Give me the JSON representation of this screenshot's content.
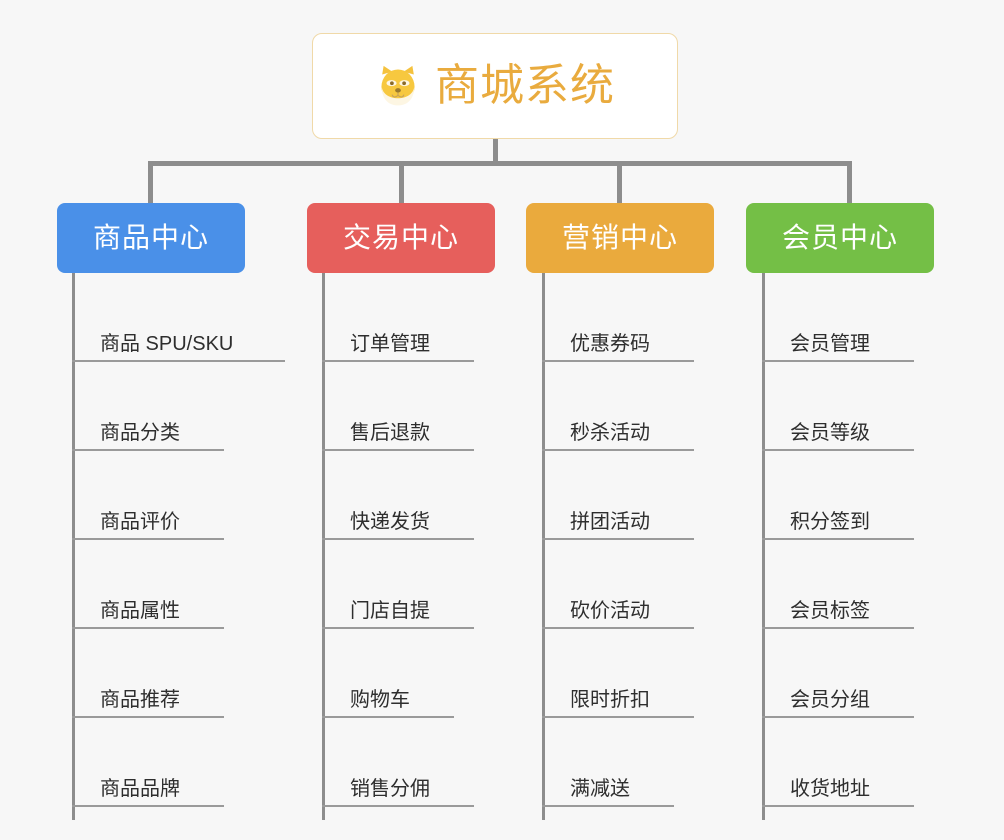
{
  "diagram": {
    "title": "商城系统",
    "root_icon": "dog-face-icon",
    "background_color": "#f7f7f7",
    "title_color": "#e9ab3e",
    "connector_color": "#8d8d8d",
    "branches": [
      {
        "label": "商品中心",
        "color": "#4a90e8",
        "items": [
          "商品 SPU/SKU",
          "商品分类",
          "商品评价",
          "商品属性",
          "商品推荐",
          "商品品牌"
        ]
      },
      {
        "label": "交易中心",
        "color": "#e65f5c",
        "items": [
          "订单管理",
          "售后退款",
          "快递发货",
          "门店自提",
          "购物车",
          "销售分佣"
        ]
      },
      {
        "label": "营销中心",
        "color": "#eaaa3d",
        "items": [
          "优惠券码",
          "秒杀活动",
          "拼团活动",
          "砍价活动",
          "限时折扣",
          "满减送"
        ]
      },
      {
        "label": "会员中心",
        "color": "#74bf46",
        "items": [
          "会员管理",
          "会员等级",
          "积分签到",
          "会员标签",
          "会员分组",
          "收货地址"
        ]
      }
    ]
  }
}
